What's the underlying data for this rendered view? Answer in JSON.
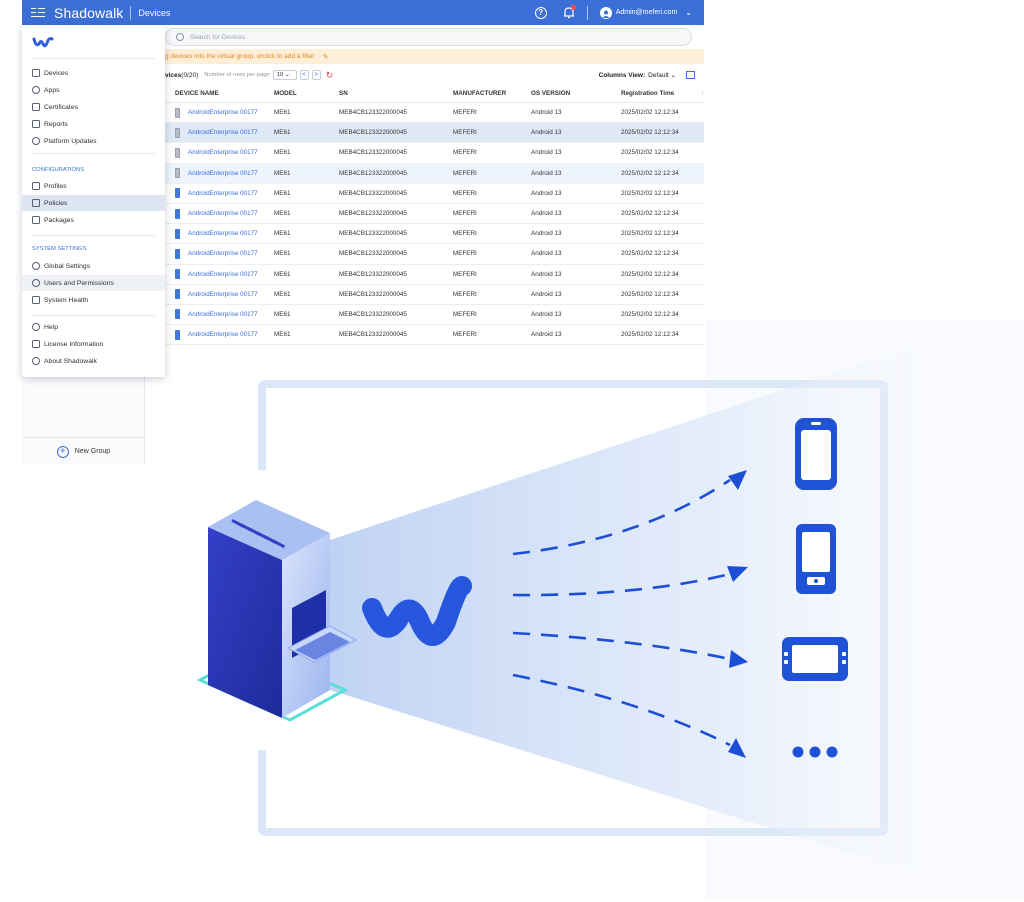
{
  "topbar": {
    "brand": "Shadowalk",
    "breadcrumb": "Devices",
    "user": "Admin@meferi.com"
  },
  "search": {
    "placeholder": "Search for Devices"
  },
  "hint": {
    "text": "g devices into the virtual group, orclick to add a filter"
  },
  "list": {
    "count_label": "vices",
    "count_value": "(0/20)",
    "rows_per_page_label": "Number of rows per page",
    "rows_per_page_value": "10",
    "prev": "<",
    "next": ">",
    "columns_view_label": "Columns View:",
    "columns_view_value": "Default"
  },
  "table": {
    "headers": [
      "DEVICE NAME",
      "MODEL",
      "SN",
      "MANUFACTURER",
      "OS VERSION",
      "Registration Time"
    ],
    "sort_indicator": "↑",
    "rows": [
      {
        "name": "AndroidEnterprise 00177",
        "model": "ME61",
        "sn": "MEB4CB123322000045",
        "manufacturer": "MEFERI",
        "os": "Android 13",
        "time": "2025/02/02 12:12:34",
        "icon": "grey"
      },
      {
        "name": "AndroidEnterprise 00177",
        "model": "ME61",
        "sn": "MEB4CB123322000045",
        "manufacturer": "MEFERI",
        "os": "Android 13",
        "time": "2025/02/02 12:12:34",
        "icon": "grey"
      },
      {
        "name": "AndroidEnterprise 00177",
        "model": "ME61",
        "sn": "MEB4CB123322000045",
        "manufacturer": "MEFERI",
        "os": "Android 13",
        "time": "2025/02/02 12:12:34",
        "icon": "grey"
      },
      {
        "name": "AndroidEnterprise 00177",
        "model": "ME61",
        "sn": "MEB4CB123322000045",
        "manufacturer": "MEFERI",
        "os": "Android 13",
        "time": "2025/02/02 12:12:34",
        "icon": "grey"
      },
      {
        "name": "AndroidEnterprise 00177",
        "model": "ME61",
        "sn": "MEB4CB123322000045",
        "manufacturer": "MEFERI",
        "os": "Android 13",
        "time": "2025/02/02 12:12:34",
        "icon": "blue"
      },
      {
        "name": "AndroidEnterprise 00177",
        "model": "ME61",
        "sn": "MEB4CB123322000045",
        "manufacturer": "MEFERI",
        "os": "Android 13",
        "time": "2025/02/02 12:12:34",
        "icon": "blue"
      },
      {
        "name": "AndroidEnterprise 00177",
        "model": "ME61",
        "sn": "MEB4CB123322000045",
        "manufacturer": "MEFERI",
        "os": "Android 13",
        "time": "2025/02/02 12:12:34",
        "icon": "blue"
      },
      {
        "name": "AndroidEnterprise 00177",
        "model": "ME61",
        "sn": "MEB4CB123322000045",
        "manufacturer": "MEFERI",
        "os": "Android 13",
        "time": "2025/02/02 12:12:34",
        "icon": "blue"
      },
      {
        "name": "AndroidEnterprise 00177",
        "model": "ME61",
        "sn": "MEB4CB123322000045",
        "manufacturer": "MEFERI",
        "os": "Android 13",
        "time": "2025/02/02 12:12:34",
        "icon": "blue"
      },
      {
        "name": "AndroidEnterprise 00177",
        "model": "ME61",
        "sn": "MEB4CB123322000045",
        "manufacturer": "MEFERI",
        "os": "Android 13",
        "time": "2025/02/02 12:12:34",
        "icon": "blue"
      },
      {
        "name": "AndroidEnterprise 00177",
        "model": "ME61",
        "sn": "MEB4CB123322000045",
        "manufacturer": "MEFERI",
        "os": "Android 13",
        "time": "2025/02/02 12:12:34",
        "icon": "blue"
      },
      {
        "name": "AndroidEnterprise 00177",
        "model": "ME61",
        "sn": "MEB4CB123322000045",
        "manufacturer": "MEFERI",
        "os": "Android 13",
        "time": "2025/02/02 12:12:34",
        "icon": "blue"
      }
    ],
    "selected_row": 1,
    "highlighted_row": 3
  },
  "nav": {
    "items_main": [
      {
        "label": "Devices",
        "icon": "device-icon"
      },
      {
        "label": "Apps",
        "icon": "apps-icon"
      },
      {
        "label": "Certificates",
        "icon": "certificate-icon"
      },
      {
        "label": "Reports",
        "icon": "reports-icon"
      },
      {
        "label": "Platform Updates",
        "icon": "update-icon"
      }
    ],
    "section_configurations": "CONFIGURATIONS",
    "items_config": [
      {
        "label": "Profiles",
        "icon": "profile-icon"
      },
      {
        "label": "Policies",
        "icon": "policy-icon"
      },
      {
        "label": "Packages",
        "icon": "package-icon"
      }
    ],
    "section_system": "SYSTEM SETTINGS",
    "items_system": [
      {
        "label": "Global Settings",
        "icon": "gear-icon"
      },
      {
        "label": "Users and Permissions",
        "icon": "users-icon"
      },
      {
        "label": "System Health",
        "icon": "monitor-icon"
      }
    ],
    "items_help": [
      {
        "label": "Help",
        "icon": "help-icon"
      },
      {
        "label": "License Information",
        "icon": "license-icon"
      },
      {
        "label": "About Shadowalk",
        "icon": "info-icon"
      }
    ],
    "active": "Policies"
  },
  "sidebar": {
    "new_group": "New Group"
  },
  "colors": {
    "primary": "#3b6fd8",
    "warning_bg": "#fdeed7",
    "warning_text": "#e08a1e",
    "illustration_blue": "#1f4fd8",
    "frame": "#dbe6f6"
  }
}
